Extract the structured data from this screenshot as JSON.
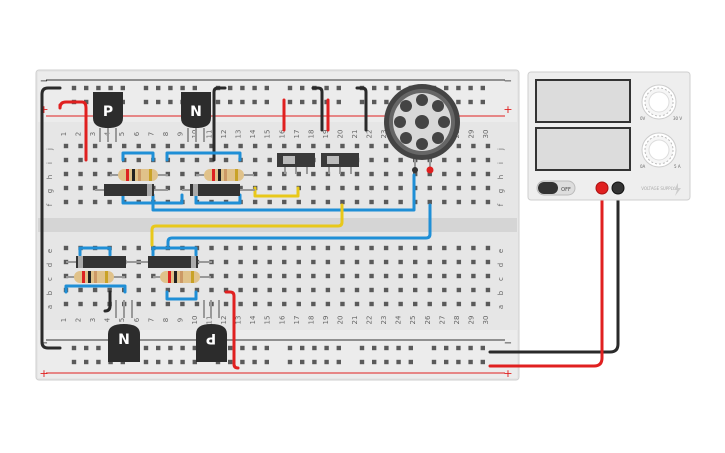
{
  "breadboard": {
    "rail_minus": "−",
    "rail_plus": "+",
    "top_row_letters": [
      "j",
      "i",
      "h",
      "g",
      "f"
    ],
    "bottom_row_letters": [
      "e",
      "d",
      "c",
      "b",
      "a"
    ],
    "column_numbers": [
      "1",
      "2",
      "3",
      "4",
      "5",
      "6",
      "7",
      "8",
      "9",
      "10",
      "11",
      "12",
      "13",
      "14",
      "15",
      "16",
      "17",
      "18",
      "19",
      "20",
      "21",
      "22",
      "23",
      "24",
      "25",
      "26",
      "27",
      "28",
      "29",
      "30"
    ]
  },
  "transistors": [
    {
      "label": "P"
    },
    {
      "label": "N"
    },
    {
      "label": "N"
    },
    {
      "label": "P"
    }
  ],
  "power_supply": {
    "off_label": "OFF",
    "brand_label": "VOLTAGE SUPPLY",
    "knob1_labels": [
      "0V",
      "30 V"
    ],
    "knob2_labels": [
      "0A",
      "5 A"
    ]
  },
  "colors": {
    "board": "#e8e8e8",
    "rail_red": "#e02020",
    "rail_dark": "#333333",
    "wire_red": "#e02020",
    "wire_black": "#2a2a2a",
    "wire_blue": "#1f8fd6",
    "wire_yellow": "#e8c81a",
    "chip": "#2c2c2c",
    "screen": "#dcdcdc"
  }
}
